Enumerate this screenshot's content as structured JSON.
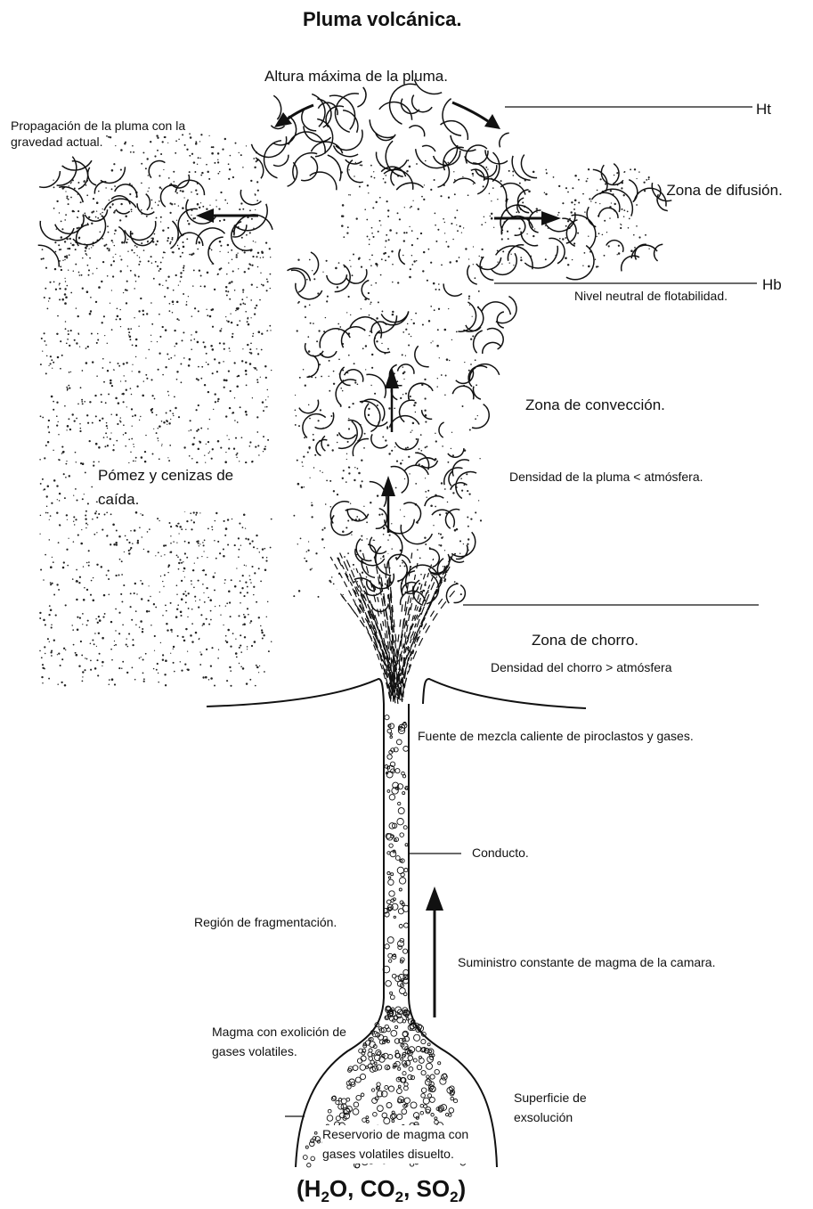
{
  "title": "Pluma volcánica.",
  "labels": {
    "max_height": "Altura máxima de la pluma.",
    "ht": "Ht",
    "hb": "Hb",
    "spread": "Propagación de la pluma con la gravedad actual.",
    "diffusion": ") Zona de difusión.",
    "neutral": "Nivel neutral de flotabilidad.",
    "convection": "Zona de convección.",
    "plume_density": "Densidad de la pluma < atmósfera.",
    "fallout": "Pómez y cenizas de caída.",
    "jet_zone": "Zona de chorro.",
    "jet_density": "Densidad del chorro > atmósfera",
    "fountain": "Fuente de mezcla caliente de piroclastos y gases.",
    "conduit": "Conducto.",
    "fragmentation": "Región de fragmentación.",
    "supply": "Suministro constante de magma de la camara.",
    "exsolving_magma": "Magma con exolición de gases volatiles.",
    "exsolution_surface": "Superficie de exsolución",
    "reservoir": "Reservorio de magma con gases volatiles disuelto."
  },
  "gases": {
    "open": "(",
    "h": "H",
    "h_sub": "2",
    "o_sep": "O, CO",
    "co_sub": "2",
    "s_sep": ", SO",
    "so_sub": "2",
    "close": ")"
  },
  "colors": {
    "ink": "#111111",
    "background": "#ffffff"
  }
}
